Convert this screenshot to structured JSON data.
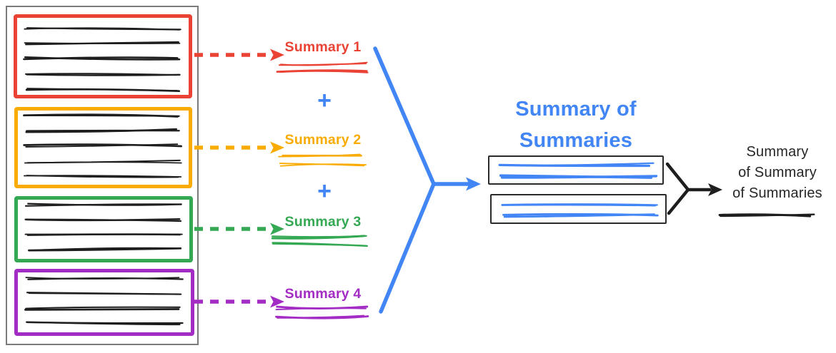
{
  "diagram": {
    "colors": {
      "red": "#ea4335",
      "orange": "#f9ab00",
      "green": "#34a853",
      "purple": "#a32cc4",
      "blue": "#4285f4",
      "ink": "#1e1e1e",
      "summary_box_border": "#2a2a2a",
      "document_border": "#7b7b7b",
      "final_text": "#262626"
    },
    "source_document": {
      "chunks": [
        {
          "name": "chunk-1",
          "color_key": "red",
          "scribble_lines": 5
        },
        {
          "name": "chunk-2",
          "color_key": "orange",
          "scribble_lines": 5
        },
        {
          "name": "chunk-3",
          "color_key": "green",
          "scribble_lines": 4
        },
        {
          "name": "chunk-4",
          "color_key": "purple",
          "scribble_lines": 4
        }
      ]
    },
    "summaries": [
      {
        "label": "Summary 1",
        "color_key": "red"
      },
      {
        "label": "Summary 2",
        "color_key": "orange"
      },
      {
        "label": "Summary 3",
        "color_key": "green"
      },
      {
        "label": "Summary 4",
        "color_key": "purple"
      }
    ],
    "plus_symbol": "+",
    "title_lines": [
      "Summary of",
      "Summaries"
    ],
    "final_summary_lines": [
      "Summary",
      "of Summary",
      "of Summaries"
    ]
  }
}
